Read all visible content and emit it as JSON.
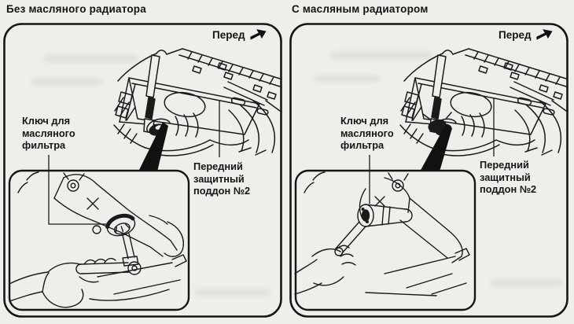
{
  "document_type": "scanned service manual illustration",
  "colors": {
    "paper_background": "#efeeea",
    "line_art": "#1a1a1a",
    "text": "#161616"
  },
  "icons": {
    "front_arrow": "solid-arrow-up-right"
  },
  "panels": [
    {
      "id": "without-oil-cooler",
      "title": "Без масляного радиатора",
      "front_label": "Перед",
      "wrench_label": {
        "line1": "Ключ для",
        "line2": "масляного",
        "line3": "фильтра"
      },
      "pan_label": {
        "line1": "Передний",
        "line2": "защитный",
        "line3": "поддон №2"
      }
    },
    {
      "id": "with-oil-cooler",
      "title": "С масляным радиатором",
      "front_label": "Перед",
      "wrench_label": {
        "line1": "Ключ для",
        "line2": "масляного",
        "line3": "фильтра"
      },
      "pan_label": {
        "line1": "Передний",
        "line2": "защитный",
        "line3": "поддон №2"
      }
    }
  ]
}
